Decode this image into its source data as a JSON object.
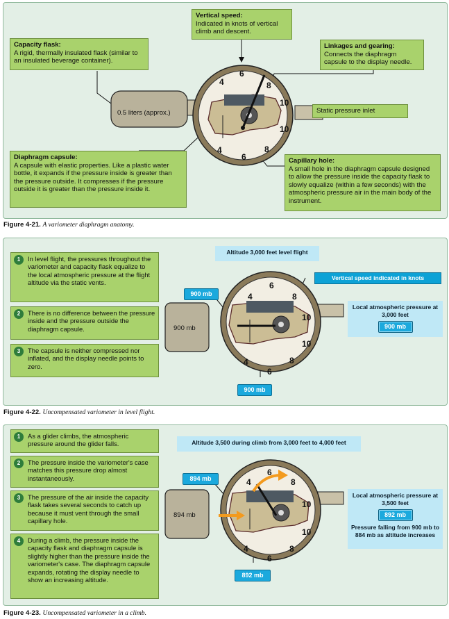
{
  "figure1": {
    "caption_num": "Figure 4-21.",
    "caption_text": "A variometer diaphragm anatomy.",
    "vertical_speed": {
      "title": "Vertical speed:",
      "body": "Indicated in knots of vertical climb and descent."
    },
    "capacity_flask": {
      "title": "Capacity flask:",
      "body": "A rigid, thermally insulated flask (similar to an insulated beverage container)."
    },
    "linkages": {
      "title": "Linkages and gearing:",
      "body": "Connects the diaphragm capsule to the display needle."
    },
    "flask_label": "0.5 liters (approx.)",
    "static_inlet": "Static pressure inlet",
    "diaphragm": {
      "title": "Diaphragm capsule:",
      "body": "A capsule with elastic properties. Like a plastic water bottle, it expands if the pressure inside is greater than the pressure outside. It compresses if the pressure outside it is greater than the pressure inside it."
    },
    "capillary": {
      "title": "Capillary hole:",
      "body": "A small hole in the diaphragm capsule designed to allow the pressure inside the capacity flask to slowly equalize (within a few seconds) with the atmospheric pressure air in the main body of the instrument."
    },
    "dial_numbers": [
      "4",
      "6",
      "8",
      "10",
      "10",
      "8",
      "6",
      "4"
    ]
  },
  "figure2": {
    "caption_num": "Figure 4-22.",
    "caption_text": "Uncompensated variometer in level flight.",
    "notes": [
      {
        "num": "1",
        "text": "In level flight, the pressures throughout the variometer and capacity flask equalize to the local atmospheric pressure at the flight altitude via the static vents."
      },
      {
        "num": "2",
        "text": "There is no difference between the pressure inside and the pressure outside the diaphragm capsule."
      },
      {
        "num": "3",
        "text": "The capsule is neither compressed nor inflated, and the display needle points to zero."
      }
    ],
    "altitude_banner": "Altitude 3,000 feet level flight",
    "vs_banner": "Vertical speed indicated in knots",
    "local_pressure": "Local atmospheric pressure at 3,000 feet",
    "local_value": "900 mb",
    "top_mb": "900 mb",
    "flask_mb": "900 mb",
    "bottom_mb": "900 mb"
  },
  "figure3": {
    "caption_num": "Figure 4-23.",
    "caption_text": "Uncompensated variometer in a climb.",
    "notes": [
      {
        "num": "1",
        "text": "As a glider climbs, the atmospheric pressure around the glider falls."
      },
      {
        "num": "2",
        "text": "The pressure inside the variometer's case matches this pressure drop almost instantaneously."
      },
      {
        "num": "3",
        "text": "The pressure of the air inside the capacity flask takes several seconds to catch up because it must vent through the small capillary hole."
      },
      {
        "num": "4",
        "text": "During a climb, the pressure inside the capacity flask and diaphragm capsule is slightly higher than the pressure inside the variometer's case. The diaphragm capsule expands, rotating the display needle to show an increasing altitude."
      }
    ],
    "altitude_banner": "Altitude 3,500 during climb from 3,000 feet to 4,000 feet",
    "local_pressure": "Local atmospheric pressure at 3,500 feet",
    "local_value": "892 mb",
    "falling": "Pressure falling from 900 mb to 884 mb as altitude increases",
    "top_mb": "894 mb",
    "flask_mb": "894 mb",
    "bottom_mb": "892 mb"
  },
  "colors": {
    "panel": "#e3efe6",
    "green_box": "#a9d26c",
    "blue": "#0da2d6",
    "light_blue": "#bfe8f6",
    "arrow_orange": "#f39a1e"
  },
  "icons": [
    "gear-icon",
    "needle-icon",
    "arrow-icon",
    "number-badge-icon"
  ]
}
